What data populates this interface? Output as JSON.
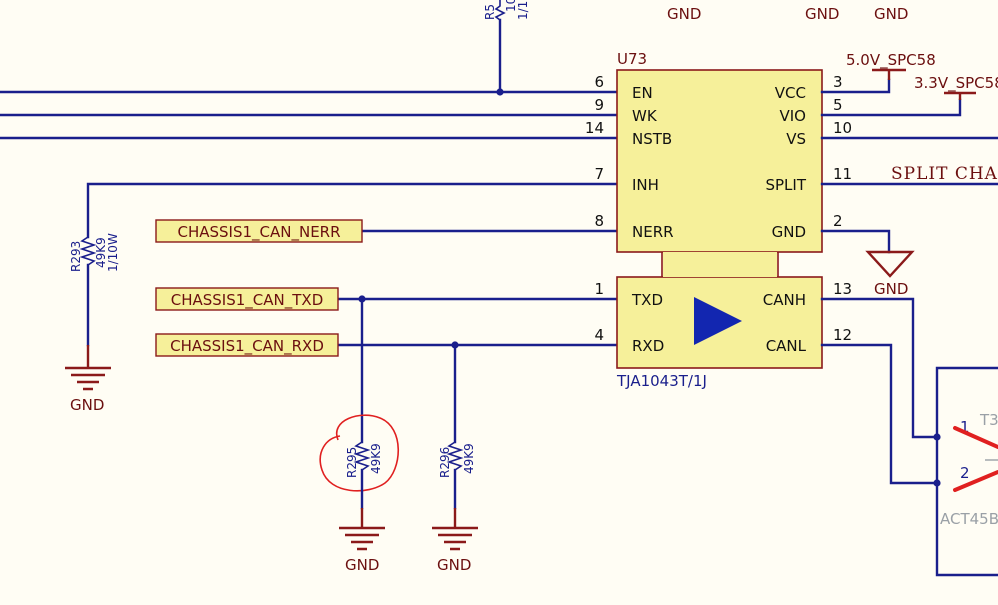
{
  "chip": {
    "ref": "U73",
    "part": "TJA1043T/1J",
    "left_pins": [
      {
        "num": "6",
        "name": "EN"
      },
      {
        "num": "9",
        "name": "WK"
      },
      {
        "num": "14",
        "name": "NSTB"
      },
      {
        "num": "7",
        "name": "INH"
      },
      {
        "num": "8",
        "name": "NERR"
      },
      {
        "num": "1",
        "name": "TXD"
      },
      {
        "num": "4",
        "name": "RXD"
      }
    ],
    "right_pins": [
      {
        "num": "3",
        "name": "VCC"
      },
      {
        "num": "5",
        "name": "VIO"
      },
      {
        "num": "10",
        "name": "VS"
      },
      {
        "num": "11",
        "name": "SPLIT"
      },
      {
        "num": "2",
        "name": "GND"
      },
      {
        "num": "13",
        "name": "CANH"
      },
      {
        "num": "12",
        "name": "CANL"
      }
    ]
  },
  "nets": {
    "nerr": "CHASSIS1_CAN_NERR",
    "txd": "CHASSIS1_CAN_TXD",
    "rxd": "CHASSIS1_CAN_RXD",
    "split": "SPLIT CHA",
    "v5": "5.0V_SPC58",
    "v33": "3.3V_SPC58"
  },
  "resistors": {
    "top": {
      "ref": "R5",
      "v1": "10",
      "v2": "1/1"
    },
    "r293": {
      "ref": "R293",
      "value": "49K9",
      "power": "1/10W"
    },
    "r295": {
      "ref": "R295",
      "value": "49K9"
    },
    "r296": {
      "ref": "R296",
      "value": "49K9"
    }
  },
  "gnd": {
    "label": "GND"
  },
  "connector": {
    "ref": "T3",
    "part": "ACT45B",
    "pin1": "1",
    "pin2": "2"
  },
  "colors": {
    "wire": "#1a1f8c",
    "symbol": "#8b1a1a",
    "fill": "#f6f09a",
    "markup": "#e02020"
  }
}
